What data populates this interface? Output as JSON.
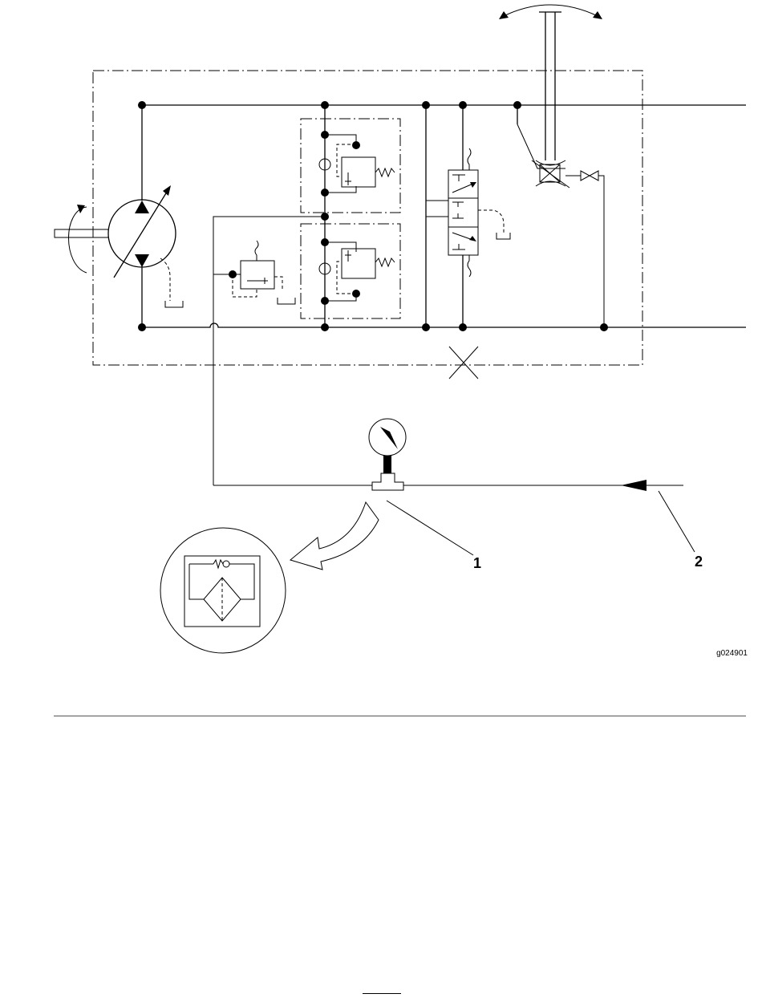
{
  "diagram": {
    "callouts": [
      {
        "id": "1",
        "label": "1"
      },
      {
        "id": "2",
        "label": "2"
      }
    ],
    "figure_id": "g024901"
  },
  "colors": {
    "line": "#000000",
    "background": "#ffffff"
  }
}
